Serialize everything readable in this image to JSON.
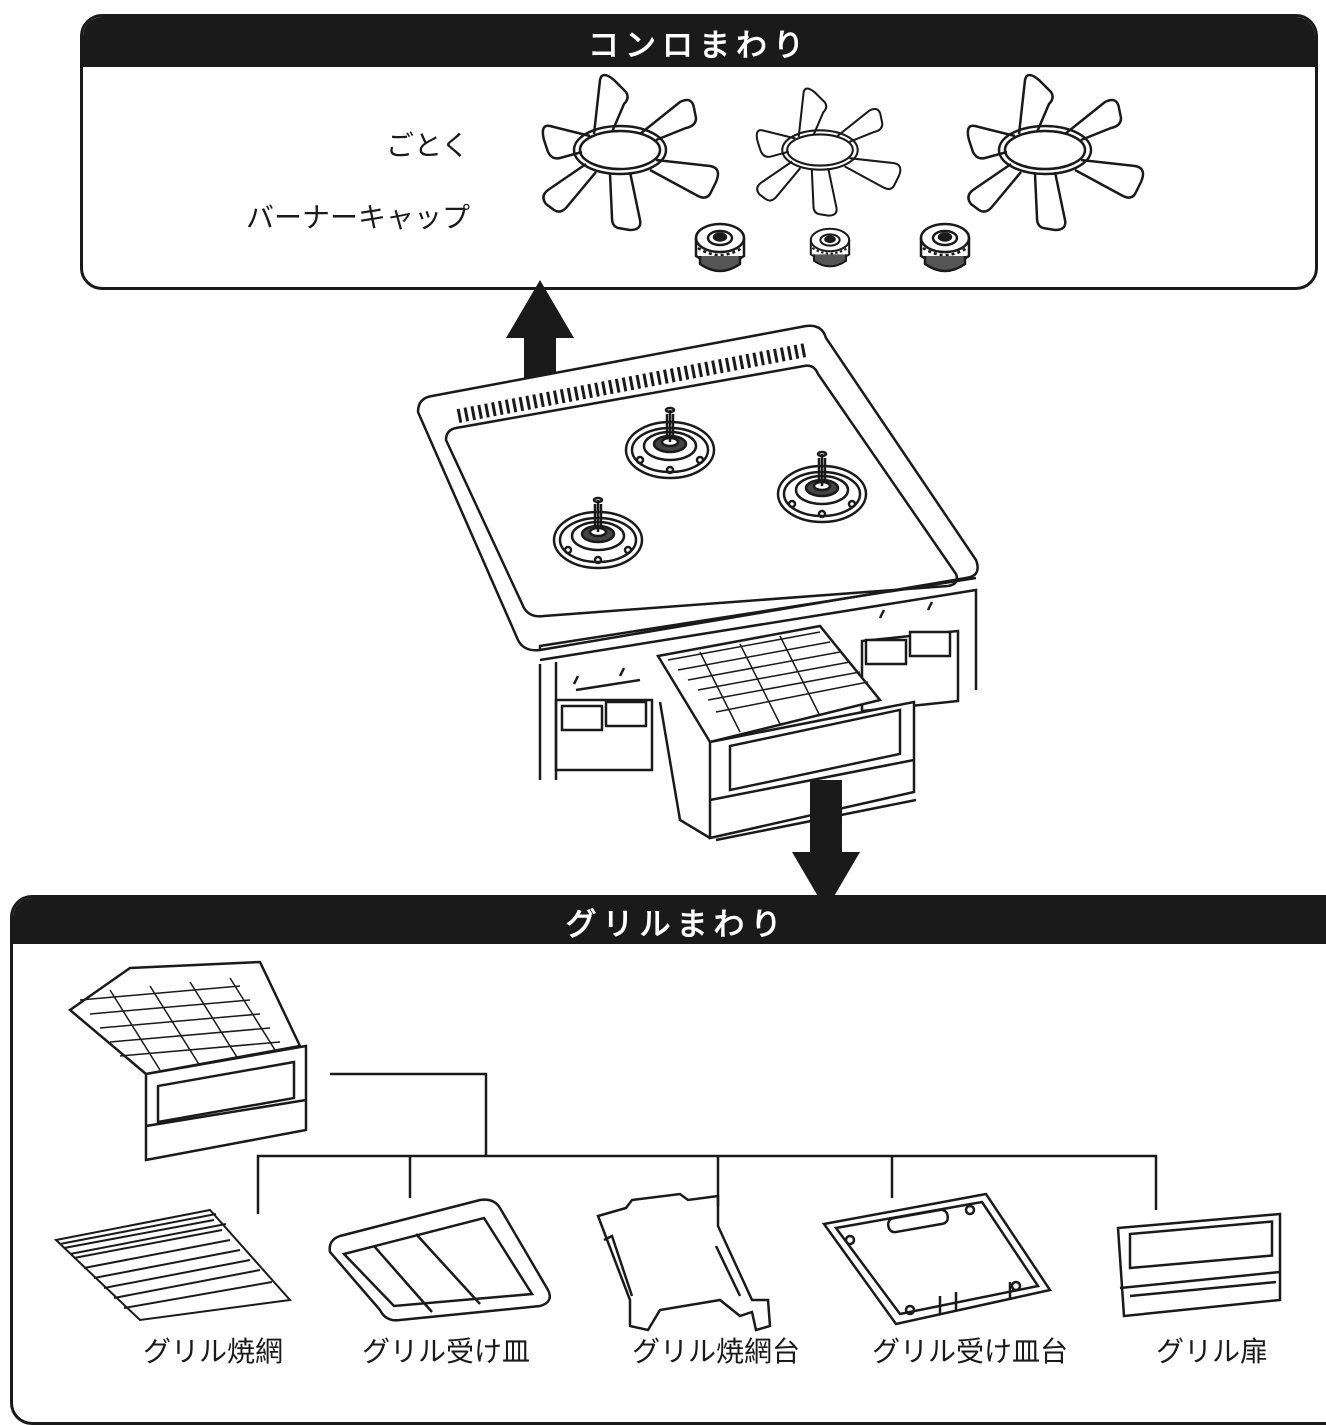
{
  "stove_section": {
    "title": "コンロまわり",
    "parts": [
      {
        "label": "ごとく"
      },
      {
        "label": "バーナーキャップ"
      }
    ]
  },
  "grill_section": {
    "title": "グリルまわり",
    "parts": [
      {
        "label": "グリル焼網"
      },
      {
        "label": "グリル受け皿"
      },
      {
        "label": "グリル焼網台"
      },
      {
        "label": "グリル受け皿台"
      },
      {
        "label": "グリル扉"
      }
    ]
  },
  "colors": {
    "ink": "#1a1a1a",
    "paper": "#ffffff",
    "shade": "#9a9a9a"
  }
}
